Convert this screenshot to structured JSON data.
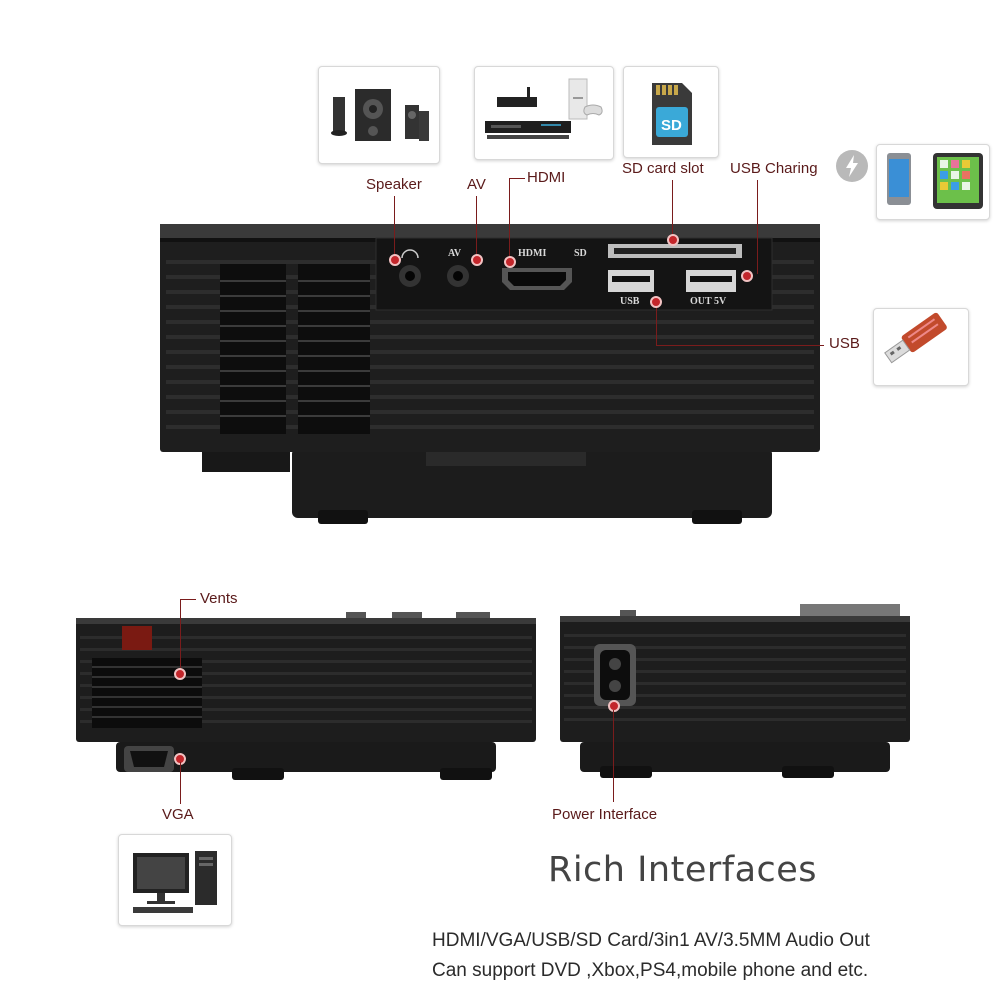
{
  "labels": {
    "speaker": "Speaker",
    "av": "AV",
    "hdmi": "HDMI",
    "sd_card_slot": "SD card slot",
    "usb_charging": "USB Charing",
    "usb": "USB",
    "vents": "Vents",
    "vga": "VGA",
    "power_interface": "Power Interface"
  },
  "panel_ports": {
    "av": "AV",
    "hdmi": "HDMI",
    "sd": "SD",
    "usb": "USB",
    "out_5v": "OUT 5V"
  },
  "sd_card_icon_text": "SD",
  "headline": "Rich Interfaces",
  "description": {
    "line1": "HDMI/VGA/USB/SD Card/3in1 AV/3.5MM Audio Out",
    "line2": "Can support DVD ,Xbox,PS4,mobile phone and etc."
  },
  "colors": {
    "accent_dot": "#c3262b",
    "leader_line": "#7a1c1c",
    "projector_body": "#1c1c1c",
    "headline": "#444444"
  }
}
